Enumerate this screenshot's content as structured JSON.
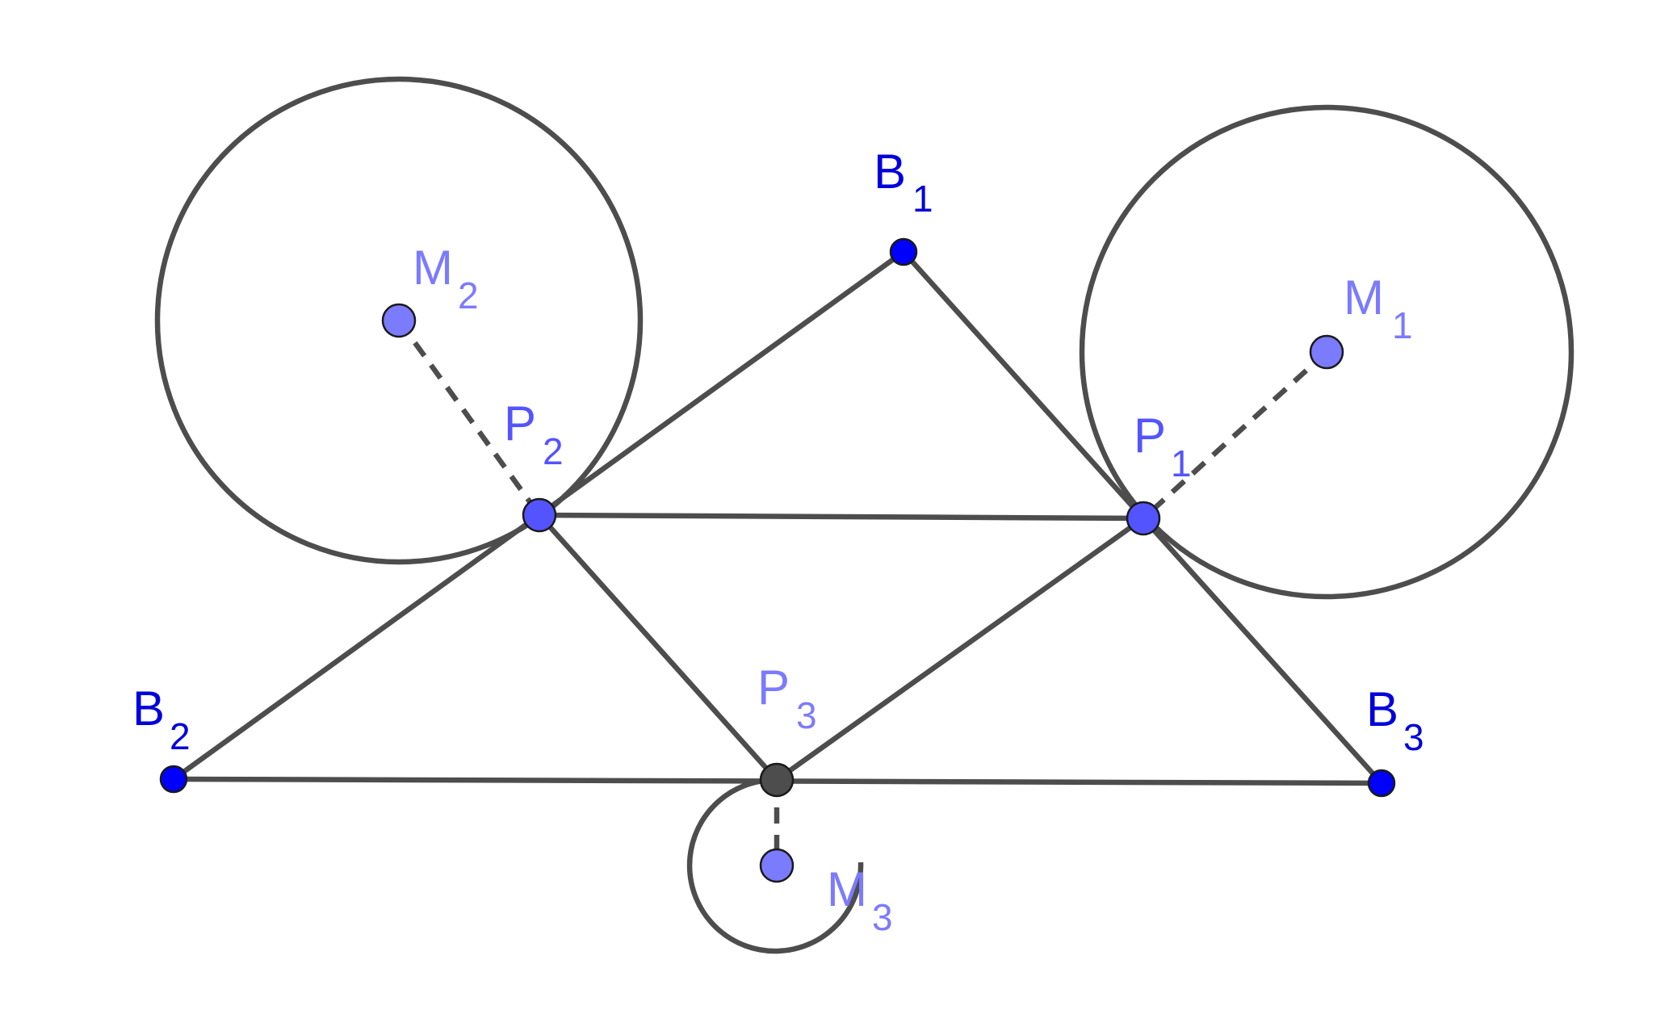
{
  "colors": {
    "base_point": "#0000ff",
    "midpoint": "#7b7bff",
    "tangent_point": "#5454ff",
    "line": "#4d4d4d",
    "p3_fill": "#4d4d4d",
    "label_base": "#0000dd",
    "label_mid": "#7b7bff",
    "label_tangent": "#5454ff"
  },
  "labels": {
    "B1": {
      "letter": "B",
      "sub": "1"
    },
    "B2": {
      "letter": "B",
      "sub": "2"
    },
    "B3": {
      "letter": "B",
      "sub": "3"
    },
    "M1": {
      "letter": "M",
      "sub": "1"
    },
    "M2": {
      "letter": "M",
      "sub": "2"
    },
    "M3": {
      "letter": "M",
      "sub": "3"
    },
    "P1": {
      "letter": "P",
      "sub": "1"
    },
    "P2": {
      "letter": "P",
      "sub": "2"
    },
    "P3": {
      "letter": "P",
      "sub": "3"
    }
  }
}
